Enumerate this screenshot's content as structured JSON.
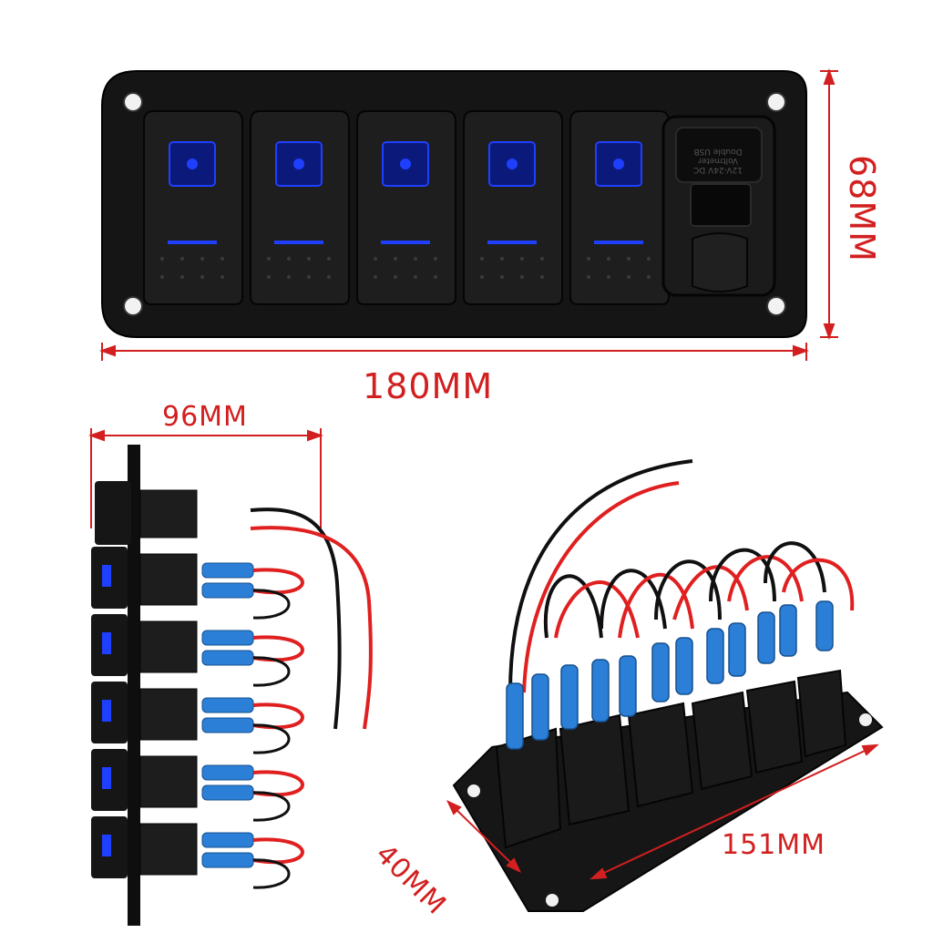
{
  "dimensions": {
    "width": "180MM",
    "height": "68MM",
    "depth_side": "96MM",
    "depth_angle": "40MM",
    "length_angle": "151MM"
  },
  "switch_panel": {
    "switch_count": 5,
    "indicator_color": "#1f3fff",
    "socket_text": [
      "Double USB",
      "Voltmeter",
      "12V-24V DC"
    ]
  },
  "colors": {
    "dimension": "#d21f1f",
    "panel": "#141414",
    "wire_red": "#e02020",
    "wire_black": "#101010",
    "terminal_blue": "#2c7fd6"
  }
}
